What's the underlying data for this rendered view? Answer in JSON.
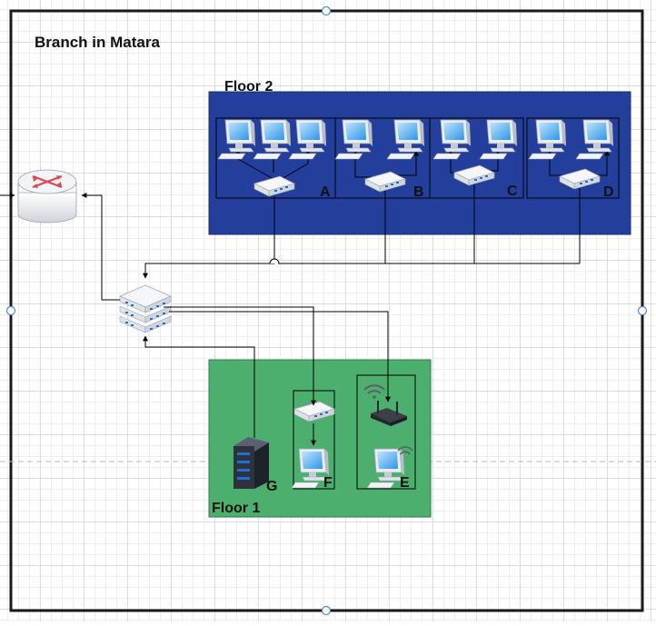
{
  "diagram": {
    "title": "Branch in Matara",
    "floor2": {
      "label": "Floor 2",
      "fill": "#233f9b",
      "groups": [
        "A",
        "B",
        "C",
        "D"
      ]
    },
    "floor1": {
      "label": "Floor 1",
      "fill": "#4daf6e",
      "groups": [
        "F",
        "E"
      ],
      "server": "G"
    }
  }
}
